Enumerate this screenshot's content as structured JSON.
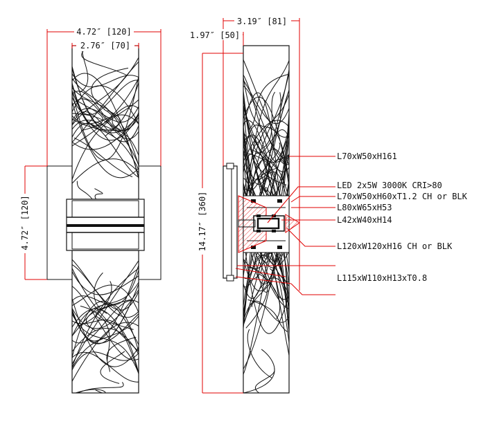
{
  "colors": {
    "dimension_line": "#e00000",
    "outline": "#111111",
    "background": "#ffffff"
  },
  "front_view": {
    "overall_width": "4.72″ [120]",
    "inner_width": "2.76″ [70]",
    "plate_height": "4.72″ [120]"
  },
  "side_view": {
    "depth_total": "3.19″ [81]",
    "depth_plate": "1.97″ [50]",
    "height_total": "14.17″ [360]"
  },
  "callouts": [
    "L70xW50xH161",
    "LED 2x5W 3000K  CRI>80",
    "L70xW50xH60xT1.2 CH or BLK",
    "L80xW65xH53",
    "L42xW40xH14",
    "L120xW120xH16 CH or BLK",
    "L115xW110xH13xT0.8"
  ]
}
